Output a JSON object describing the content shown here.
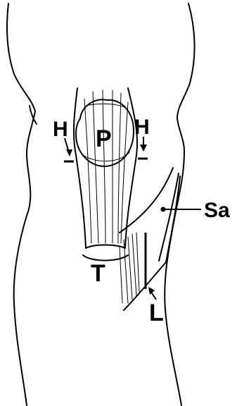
{
  "labels": {
    "patella": "P",
    "hoffa_left": "H",
    "hoffa_right": "H",
    "tendon": "T",
    "sartorius": "Sa",
    "incision": "L"
  }
}
